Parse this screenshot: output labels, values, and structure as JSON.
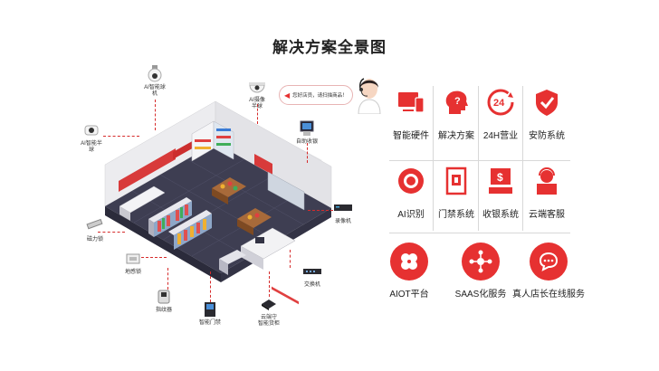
{
  "title": "解决方案全景图",
  "agent": {
    "speech": "您好店员，请扫描商品！"
  },
  "devices": [
    {
      "label": "AI智能球\n机"
    },
    {
      "label": "AI摄像\n半球"
    },
    {
      "label": "AI智能半\n球"
    },
    {
      "label": "自助收银"
    },
    {
      "label": "录像机"
    },
    {
      "label": "磁力锁"
    },
    {
      "label": "地感锁"
    },
    {
      "label": "指纹器"
    },
    {
      "label": "智能门禁"
    },
    {
      "label": "交换机"
    },
    {
      "label": "云端守\n智能货柜"
    }
  ],
  "features": [
    {
      "label": "智能硬件",
      "icon": "hardware-icon"
    },
    {
      "label": "解决方案",
      "icon": "solution-head-icon"
    },
    {
      "label": "24H营业",
      "icon": "24h-icon"
    },
    {
      "label": "安防系统",
      "icon": "shield-check-icon"
    },
    {
      "label": "AI识别",
      "icon": "camera-eye-icon"
    },
    {
      "label": "门禁系统",
      "icon": "door-access-icon"
    },
    {
      "label": "收银系统",
      "icon": "cash-register-icon"
    },
    {
      "label": "云端客服",
      "icon": "support-agent-icon"
    }
  ],
  "services": [
    {
      "label": "AIOT平台",
      "icon": "clover-icon"
    },
    {
      "label": "SAAS化服务",
      "icon": "network-icon"
    },
    {
      "label": "真人店长在线服务",
      "icon": "chat-bubble-icon"
    }
  ],
  "colors": {
    "accent": "#e63131",
    "floor": "#3f3f55",
    "wall": "#e2e2e6"
  }
}
